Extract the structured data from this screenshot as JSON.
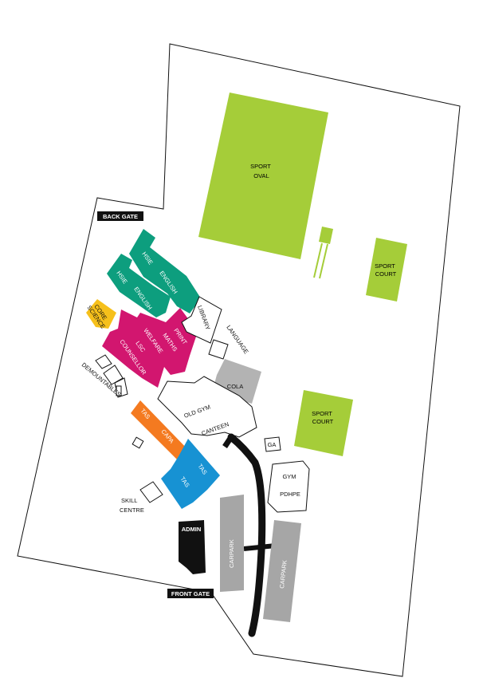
{
  "map": {
    "gates": {
      "back": "BACK GATE",
      "front": "FRONT GATE"
    },
    "sport": {
      "oval_l1": "SPORT",
      "oval_l2": "OVAL",
      "court1_l1": "SPORT",
      "court1_l2": "COURT",
      "court2_l1": "SPORT",
      "court2_l2": "COURT"
    },
    "buildings": {
      "hsie_top": "HSIE",
      "english_top": "ENGLISH",
      "hsie_2": "HSIE",
      "english_2": "ENGLISH",
      "core": "CORE",
      "science": "SCIENCE",
      "print": "PRINT",
      "maths": "MATHS",
      "welfare": "WELFARE",
      "lsc": "LSC",
      "counsellor": "COUNSELLOR",
      "library": "LIBRARY",
      "language": "LANGUAGE",
      "demountables": "DEMOUNTABLES",
      "cola": "COLA",
      "old_gym": "OLD GYM",
      "canteen": "CANTEEN",
      "tas_orange": "TAS",
      "capa": "CAPA",
      "tas_blue1": "TAS",
      "tas_blue2": "TAS",
      "ga": "GA",
      "gym": "GYM",
      "pdhpe": "PDHPE",
      "skill": "SKILL",
      "centre": "CENTRE",
      "admin": "ADMIN",
      "carpark1": "CARPARK",
      "carpark2": "CARPARK"
    },
    "colors": {
      "sport": "#a5cd39",
      "hsie_english": "#0d9e7e",
      "core_science": "#f6c01b",
      "maths_welfare": "#d2166f",
      "cola": "#b3b3b3",
      "tas_capa": "#f47a20",
      "tas": "#1792d3",
      "admin": "#111111",
      "carpark": "#a6a6a6",
      "road": "#111111"
    }
  }
}
